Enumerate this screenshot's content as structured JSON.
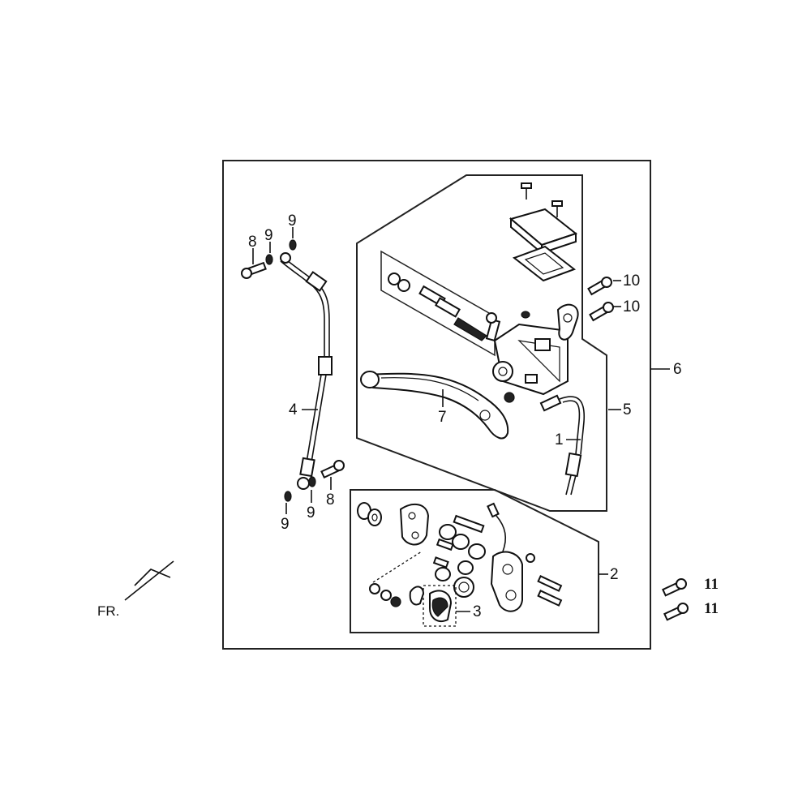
{
  "diagram": {
    "direction_label": "FR.",
    "callouts": {
      "c1": "1",
      "c2": "2",
      "c3": "3",
      "c4": "4",
      "c5": "5",
      "c6": "6",
      "c7": "7",
      "c8a": "8",
      "c8b": "8",
      "c9a": "9",
      "c9b": "9",
      "c9c": "9",
      "c9d": "9",
      "c10a": "10",
      "c10b": "10",
      "c11a": "11",
      "c11b": "11"
    }
  }
}
